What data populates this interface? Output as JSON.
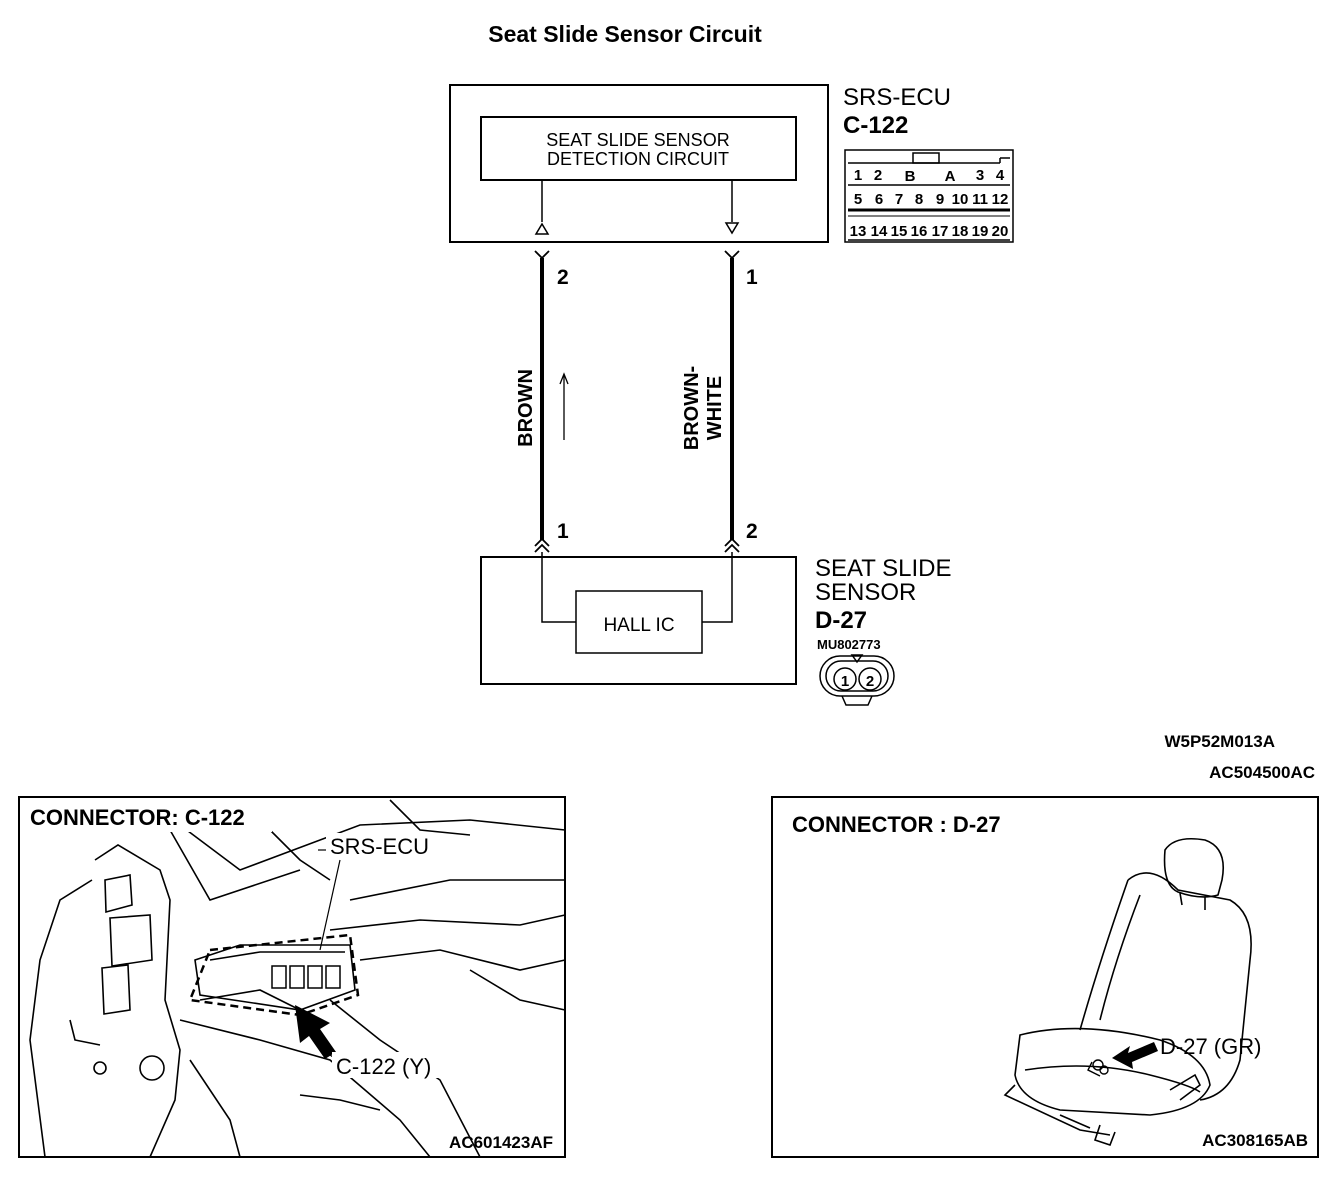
{
  "title": "Seat Slide Sensor Circuit",
  "ecu": {
    "name": "SRS-ECU",
    "connector": "C-122",
    "box_label_line1": "SEAT SLIDE SENSOR",
    "box_label_line2": "DETECTION CIRCUIT",
    "pins": {
      "row1": [
        "1",
        "2",
        "B",
        "A",
        "3",
        "4"
      ],
      "row2": [
        "5",
        "6",
        "7",
        "8",
        "9",
        "10",
        "11",
        "12"
      ],
      "row3": [
        "13",
        "14",
        "15",
        "16",
        "17",
        "18",
        "19",
        "20"
      ]
    }
  },
  "wires": [
    {
      "color": "BROWN",
      "ecu_pin": "2",
      "sensor_pin": "1"
    },
    {
      "color_line1": "BROWN-",
      "color_line2": "WHITE",
      "ecu_pin": "1",
      "sensor_pin": "2"
    }
  ],
  "sensor": {
    "name_line1": "SEAT SLIDE",
    "name_line2": "SENSOR",
    "connector": "D-27",
    "part_no": "MU802773",
    "inner_label": "HALL IC",
    "pins": [
      "1",
      "2"
    ]
  },
  "codes": {
    "diagram": "W5P52M013A",
    "figure": "AC504500AC"
  },
  "panel_left": {
    "title": "CONNECTOR: C-122",
    "ecu_label": "SRS-ECU",
    "connector_label": "C-122 (Y)",
    "code": "AC601423AF"
  },
  "panel_right": {
    "title": "CONNECTOR : D-27",
    "connector_label": "D-27 (GR)",
    "code": "AC308165AB"
  }
}
